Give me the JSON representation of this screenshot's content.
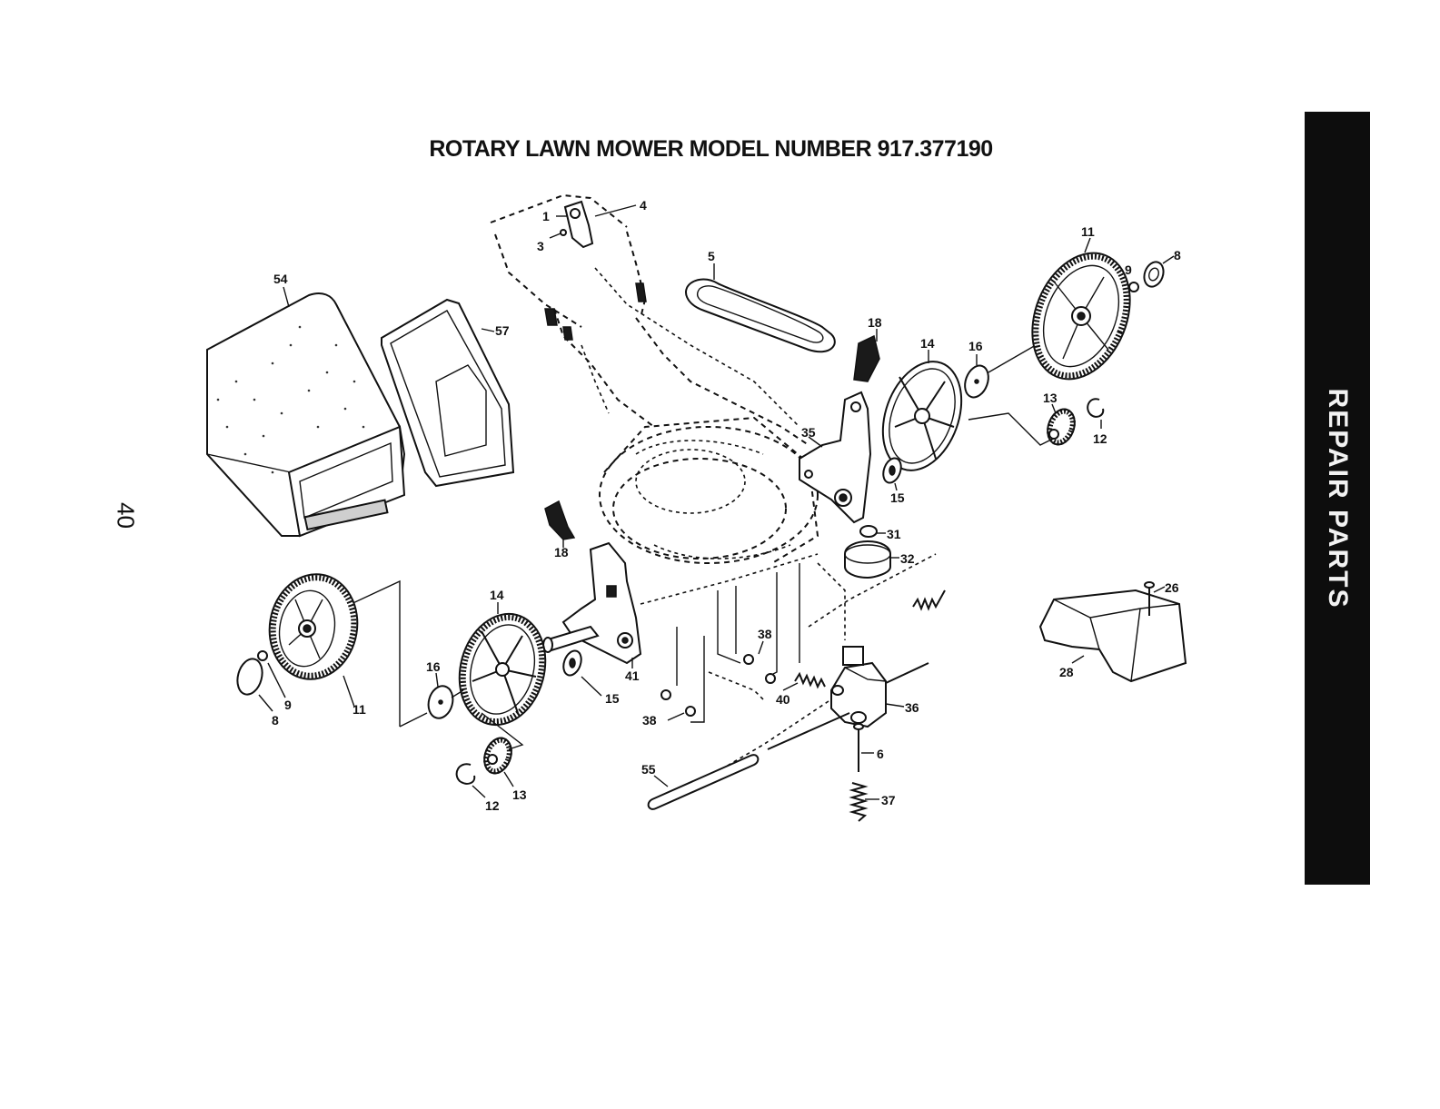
{
  "title": "ROTARY LAWN MOWER MODEL NUMBER 917.377190",
  "page_number": "40",
  "side_tab": "REPAIR PARTS",
  "callouts": [
    {
      "id": "c-1",
      "label": "1"
    },
    {
      "id": "c-3",
      "label": "3"
    },
    {
      "id": "c-4",
      "label": "4"
    },
    {
      "id": "c-5",
      "label": "5"
    },
    {
      "id": "c-54",
      "label": "54"
    },
    {
      "id": "c-57",
      "label": "57"
    },
    {
      "id": "c-18a",
      "label": "18"
    },
    {
      "id": "c-14a",
      "label": "14"
    },
    {
      "id": "c-16a",
      "label": "16"
    },
    {
      "id": "c-11a",
      "label": "11"
    },
    {
      "id": "c-9a",
      "label": "9"
    },
    {
      "id": "c-8a",
      "label": "8"
    },
    {
      "id": "c-13a",
      "label": "13"
    },
    {
      "id": "c-12a",
      "label": "12"
    },
    {
      "id": "c-35",
      "label": "35"
    },
    {
      "id": "c-15a",
      "label": "15"
    },
    {
      "id": "c-31",
      "label": "31"
    },
    {
      "id": "c-32",
      "label": "32"
    },
    {
      "id": "c-26",
      "label": "26"
    },
    {
      "id": "c-28",
      "label": "28"
    },
    {
      "id": "c-18b",
      "label": "18"
    },
    {
      "id": "c-14b",
      "label": "14"
    },
    {
      "id": "c-16b",
      "label": "16"
    },
    {
      "id": "c-9b",
      "label": "9"
    },
    {
      "id": "c-8b",
      "label": "8"
    },
    {
      "id": "c-11b",
      "label": "11"
    },
    {
      "id": "c-41",
      "label": "41"
    },
    {
      "id": "c-15b",
      "label": "15"
    },
    {
      "id": "c-38a",
      "label": "38"
    },
    {
      "id": "c-38b",
      "label": "38"
    },
    {
      "id": "c-40",
      "label": "40"
    },
    {
      "id": "c-36",
      "label": "36"
    },
    {
      "id": "c-6",
      "label": "6"
    },
    {
      "id": "c-37",
      "label": "37"
    },
    {
      "id": "c-55",
      "label": "55"
    },
    {
      "id": "c-13b",
      "label": "13"
    },
    {
      "id": "c-12b",
      "label": "12"
    }
  ]
}
